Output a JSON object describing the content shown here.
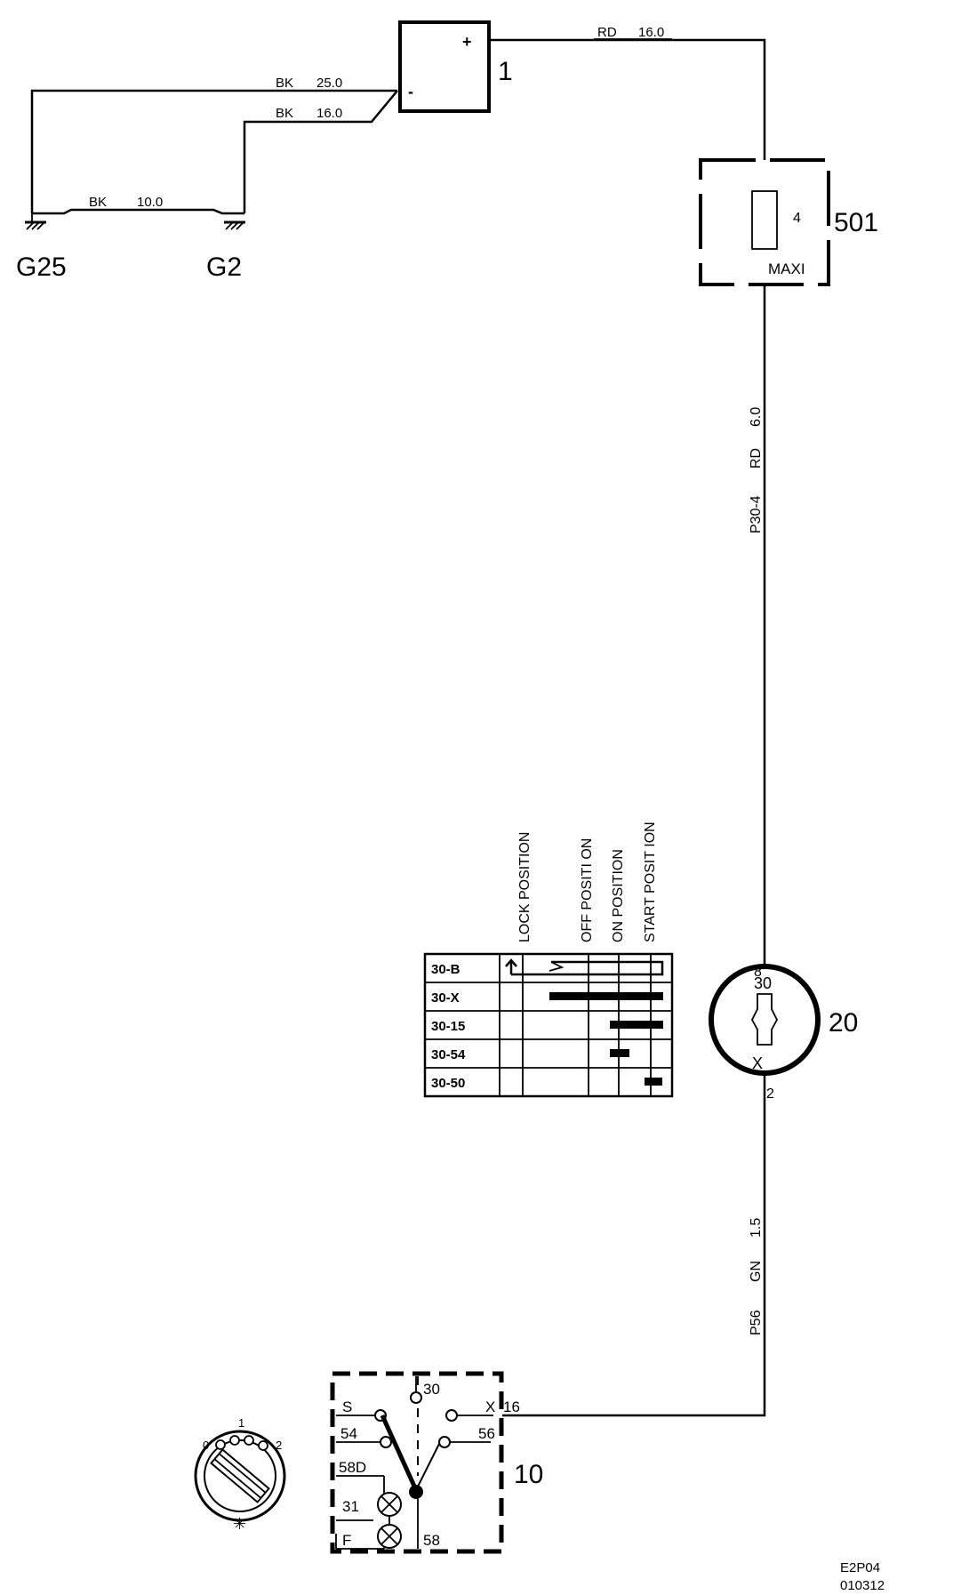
{
  "components": {
    "battery": {
      "id": "1",
      "plus": "+",
      "minus": "-"
    },
    "maxi_fuse": {
      "id": "501",
      "pin": "4",
      "type": "MAXI"
    },
    "ignition_switch": {
      "id": "20",
      "pin_in": "8",
      "pin_out": "2",
      "term_in": "30",
      "term_out": "X"
    },
    "light_switch": {
      "id": "10",
      "terminals": {
        "s": "S",
        "t54": "54",
        "t58d": "58D",
        "t31": "31",
        "f": "F",
        "t30": "30",
        "x": "X",
        "t56": "56",
        "t58": "58",
        "pin16": "16"
      }
    },
    "grounds": {
      "g25": "G25",
      "g2": "G2"
    }
  },
  "wires": {
    "bk25": {
      "color": "BK",
      "size": "25.0"
    },
    "bk16": {
      "color": "BK",
      "size": "16.0"
    },
    "bk10": {
      "color": "BK",
      "size": "10.0"
    },
    "rd16": {
      "color": "RD",
      "size": "16.0"
    },
    "p30_4": {
      "id": "P30-4",
      "color": "RD",
      "size": "6.0"
    },
    "p56": {
      "id": "P56",
      "color": "GN",
      "size": "1.5"
    }
  },
  "position_table": {
    "headers": [
      "LOCK POSITION",
      "OFF POSITI ON",
      "ON POSITION",
      "START POSIT ION"
    ],
    "rows": [
      "30-B",
      "30-X",
      "30-15",
      "30-54",
      "30-50"
    ]
  },
  "knob": {
    "pos0": "0",
    "pos1": "1",
    "pos2": "2"
  },
  "footer": {
    "code": "E2P04",
    "date": "010312"
  }
}
